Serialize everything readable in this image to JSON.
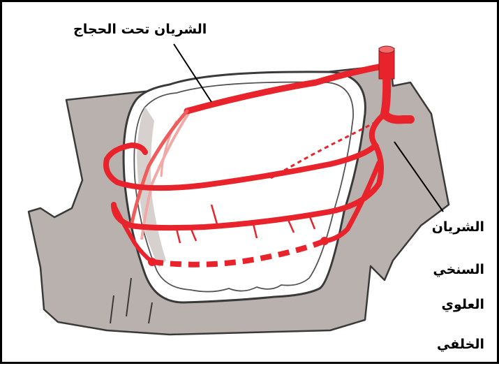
{
  "labels": {
    "infraorbital_artery": "الشريان تحت الحجاج",
    "posterior_superior_alveolar_artery": {
      "line1": "الشريان",
      "line2": "السنخي",
      "line3": "العلوي",
      "line4": "الخلفي"
    }
  },
  "colors": {
    "artery": "#e8232b",
    "bone": "#b8b1ad",
    "outline": "#3a3a3a",
    "frame": "#000000"
  }
}
